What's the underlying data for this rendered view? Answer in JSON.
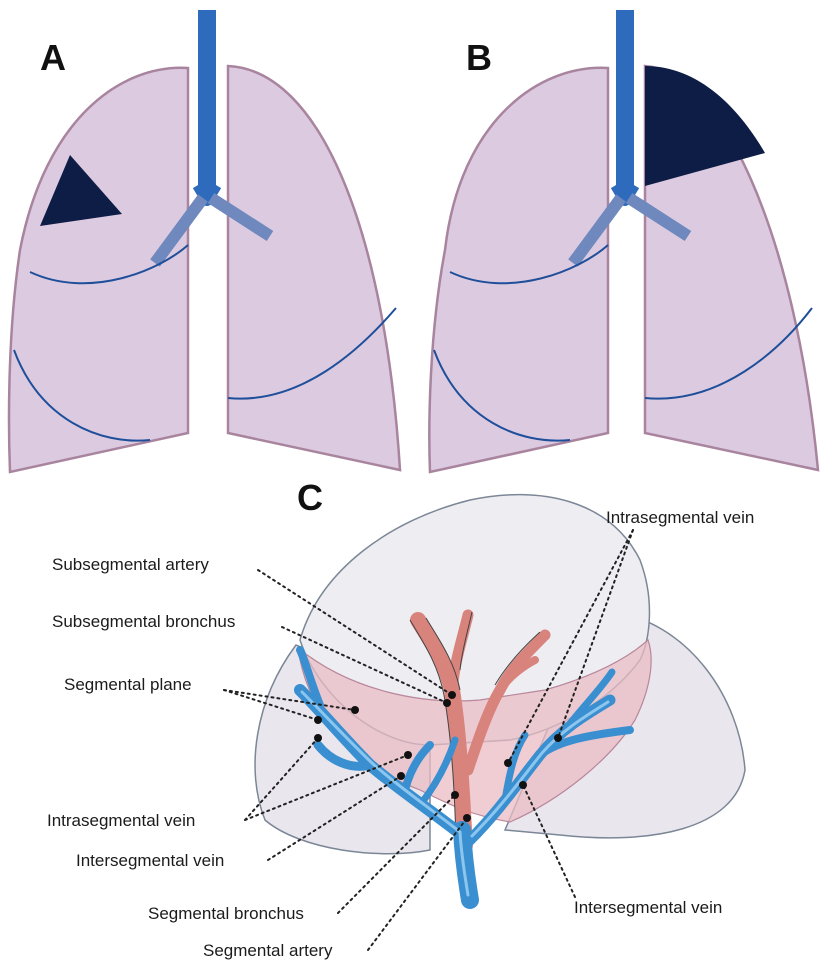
{
  "panels": {
    "a": {
      "letter": "A"
    },
    "b": {
      "letter": "B"
    },
    "c": {
      "letter": "C"
    }
  },
  "labels": {
    "subsegmental_artery": "Subsegmental artery",
    "subsegmental_bronchus": "Subsegmental bronchus",
    "segmental_plane": "Segmental plane",
    "intrasegmental_vein_left": "Intrasegmental vein",
    "intersegmental_vein_left": "Intersegmental vein",
    "segmental_bronchus": "Segmental bronchus",
    "segmental_artery": "Segmental artery",
    "intrasegmental_vein_right": "Intrasegmental vein",
    "intersegmental_vein_right": "Intersegmental vein"
  },
  "colors": {
    "lung_fill": "#dccbe0",
    "lung_outline": "#a9849e",
    "trachea": "#2f6bbd",
    "bronchus_stub": "#6f88bd",
    "lesion": "#0e1d45",
    "fissure": "#1f4f9a",
    "segment_fill": "#e9e6ee",
    "pink_region": "#e9bcc4",
    "vein": "#3a8fd0",
    "artery": "#d9837d"
  }
}
